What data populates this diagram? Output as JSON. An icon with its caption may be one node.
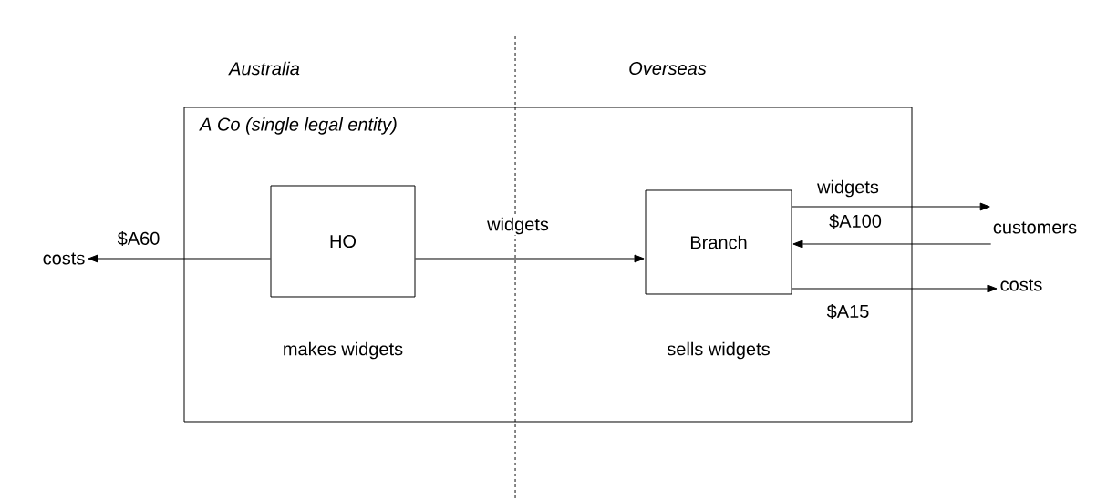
{
  "diagram": {
    "nodes": [
      {
        "text": [
          "*A Co (single legal entity)*"
        ]
      },
      {
        "text": [
          "HO"
        ],
        "in": 0,
        "beside": [
          "makes widgets"
        ]
      },
      {
        "text": [
          "Branch"
        ],
        "in": 0,
        "beside": [
          "sells widgets"
        ]
      },
      {
        "text": [
          "costs"
        ]
      },
      {
        "text": [
          "customers"
        ]
      },
      {
        "text": [
          "costs"
        ]
      }
    ],
    "edges": [
      {
        "from": 1,
        "to": 3,
        "arrow": "to",
        "label": "$A60"
      },
      {
        "from": 1,
        "to": 2,
        "arrow": "to",
        "label": "widgets"
      },
      {
        "from": 2,
        "to": 4,
        "arrow": "to",
        "label": "widgets"
      },
      {
        "from": 4,
        "to": 2,
        "arrow": "to",
        "label": "$A100"
      },
      {
        "from": 2,
        "to": 5,
        "arrow": "to",
        "label": "$A15"
      }
    ],
    "labels": [
      "*Australia*",
      "*Overseas*"
    ]
  }
}
